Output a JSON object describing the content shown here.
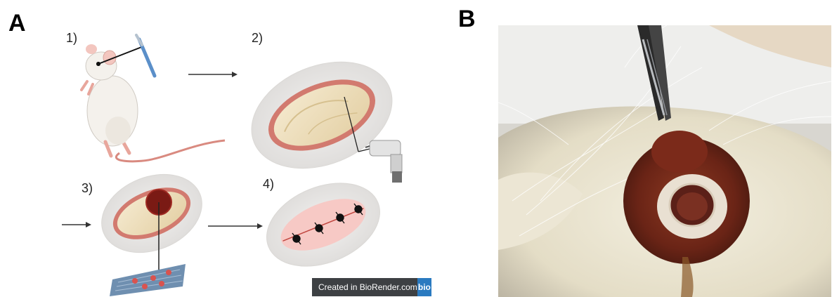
{
  "figure": {
    "panel_a_letter": "A",
    "panel_b_letter": "B"
  },
  "panel_a": {
    "steps": [
      "1)",
      "2)",
      "3)",
      "4)"
    ],
    "badge": {
      "text": "Created in BioRender.com",
      "logo": "bio"
    }
  },
  "colors": {
    "skin_pink": "#e89a90",
    "skull_beige": "#f1e4c4",
    "drape_grey": "#e6e4e2",
    "implant_red": "#7a1a14",
    "scaffold_blue": "#4a7fb5",
    "wound_pink": "#f7c9c5",
    "badge_bg": "#3d4043",
    "badge_logo": "#2a7ac0"
  },
  "icons": [
    "mouse-icon",
    "scalpel-icon",
    "surgical-drill-icon",
    "scaffold-icon",
    "suture-icon"
  ]
}
